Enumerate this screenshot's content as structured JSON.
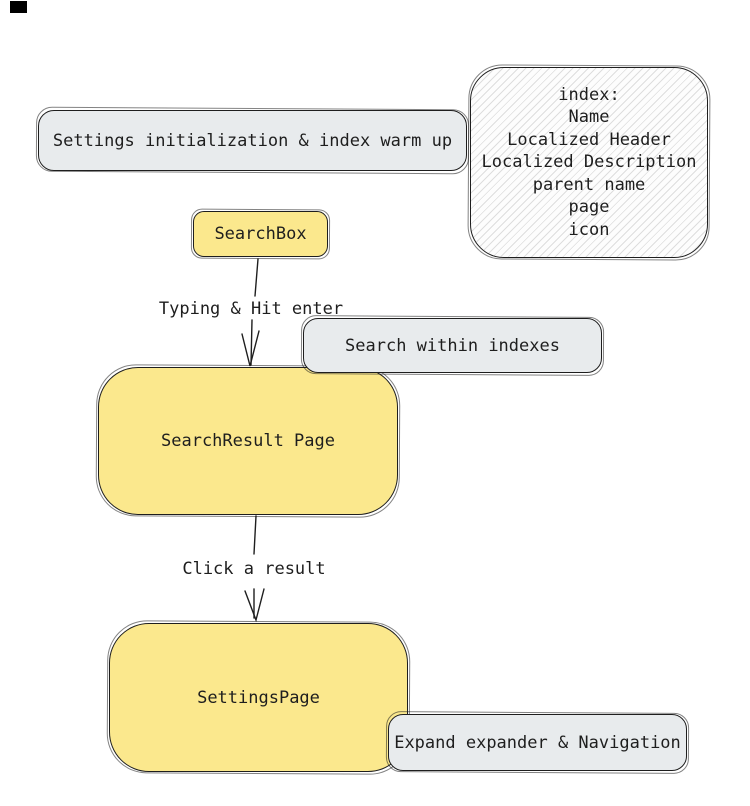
{
  "diagram": {
    "nodes": {
      "settings_init": {
        "label": "Settings initialization & index warm up"
      },
      "index_info": {
        "lines": [
          "index:",
          "Name",
          "Localized Header",
          "Localized Description",
          "parent name",
          "page",
          "icon"
        ]
      },
      "search_box": {
        "label": "SearchBox"
      },
      "search_within": {
        "label": "Search within indexes"
      },
      "search_result": {
        "label": "SearchResult Page"
      },
      "settings_page": {
        "label": "SettingsPage"
      },
      "expand_nav": {
        "label": "Expand expander & Navigation"
      }
    },
    "edges": {
      "typing_label": "Typing & Hit enter",
      "click_label": "Click a result"
    },
    "colors": {
      "stroke": "#1e1e1e",
      "yellow_fill": "#fbe88d",
      "gray_fill": "#e8ebed",
      "hatch_fill": "#fdfdfd",
      "corner_mark": "#000000",
      "background": "#ffffff"
    }
  }
}
